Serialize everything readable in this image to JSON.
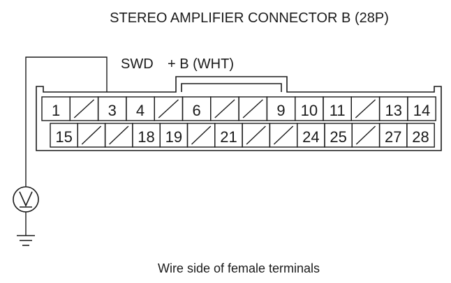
{
  "title": "STEREO AMPLIFIER CONNECTOR B (28P)",
  "labels": {
    "swd": "SWD",
    "plus_b": "+ B (WHT)"
  },
  "meter_symbol": "V",
  "caption": "Wire side of female terminals",
  "top_row": [
    "1",
    "",
    "3",
    "4",
    "",
    "6",
    "",
    "",
    "9",
    "10",
    "11",
    "",
    "13",
    "14"
  ],
  "bottom_row": [
    "15",
    "",
    "",
    "18",
    "19",
    "",
    "21",
    "",
    "",
    "24",
    "25",
    "",
    "27",
    "28"
  ]
}
